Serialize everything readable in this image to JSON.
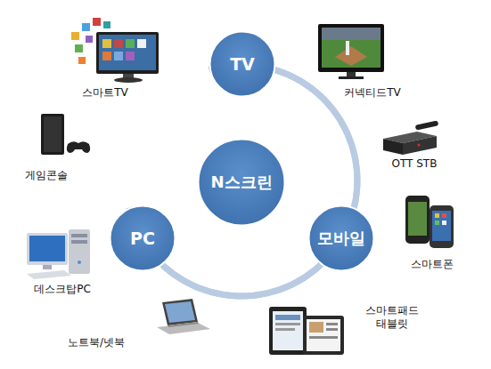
{
  "diagram": {
    "nodes": [
      {
        "text": [
          "TV"
        ]
      },
      {
        "text": [
          "N스크린"
        ]
      },
      {
        "text": [
          "PC"
        ]
      },
      {
        "text": [
          "모바일"
        ]
      }
    ],
    "edges": [
      {
        "from": 0,
        "to": 3,
        "arrow": "none"
      },
      {
        "from": 3,
        "to": 2,
        "arrow": "none"
      },
      {
        "from": 2,
        "to": 0,
        "arrow": "none"
      }
    ],
    "labels": [
      "스마트TV",
      "커넥티드TV",
      "게임콘솔",
      "OTT STB",
      "데스크탑PC",
      "스마트폰",
      "스마트패드 태블릿",
      "노트북/넷북"
    ]
  }
}
